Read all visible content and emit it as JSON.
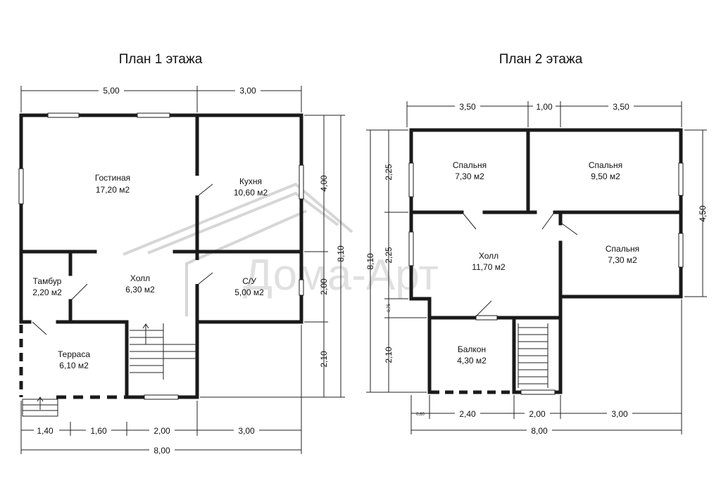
{
  "floor1": {
    "title": "План 1 этажа",
    "rooms": [
      {
        "name": "Гостиная",
        "area": "17,20 м2"
      },
      {
        "name": "Кухня",
        "area": "10,60 м2"
      },
      {
        "name": "Тамбур",
        "area": "2,20 м2"
      },
      {
        "name": "Холл",
        "area": "6,30 м2"
      },
      {
        "name": "С/У",
        "area": "5,00 м2"
      },
      {
        "name": "Терраса",
        "area": "6,10 м2"
      }
    ],
    "dims_top": [
      "5,00",
      "3,00"
    ],
    "dims_bottom": [
      "1,40",
      "1,60",
      "2,00",
      "3,00"
    ],
    "dim_total": "8,00",
    "dims_right": [
      "4,00",
      "2,00",
      "2,10"
    ],
    "dim_right_total": "8,10"
  },
  "floor2": {
    "title": "План 2 этажа",
    "rooms": [
      {
        "name": "Спальня",
        "area": "7,30 м2"
      },
      {
        "name": "Спальня",
        "area": "9,50 м2"
      },
      {
        "name": "Холл",
        "area": "11,70 м2"
      },
      {
        "name": "Спальня",
        "area": "7,30 м2"
      },
      {
        "name": "Балкон",
        "area": "4,30 м2"
      }
    ],
    "dims_top": [
      "3,50",
      "1,00",
      "3,50"
    ],
    "dims_bottom": [
      "0,60",
      "2,40",
      "2,00",
      "3,00"
    ],
    "dim_total": "8,00",
    "dims_left": [
      "2,25",
      "2,25",
      "0,75",
      "2,10"
    ],
    "dim_left_total": "8,10",
    "dim_right": "4,50"
  },
  "watermark": "Дома-Арт"
}
